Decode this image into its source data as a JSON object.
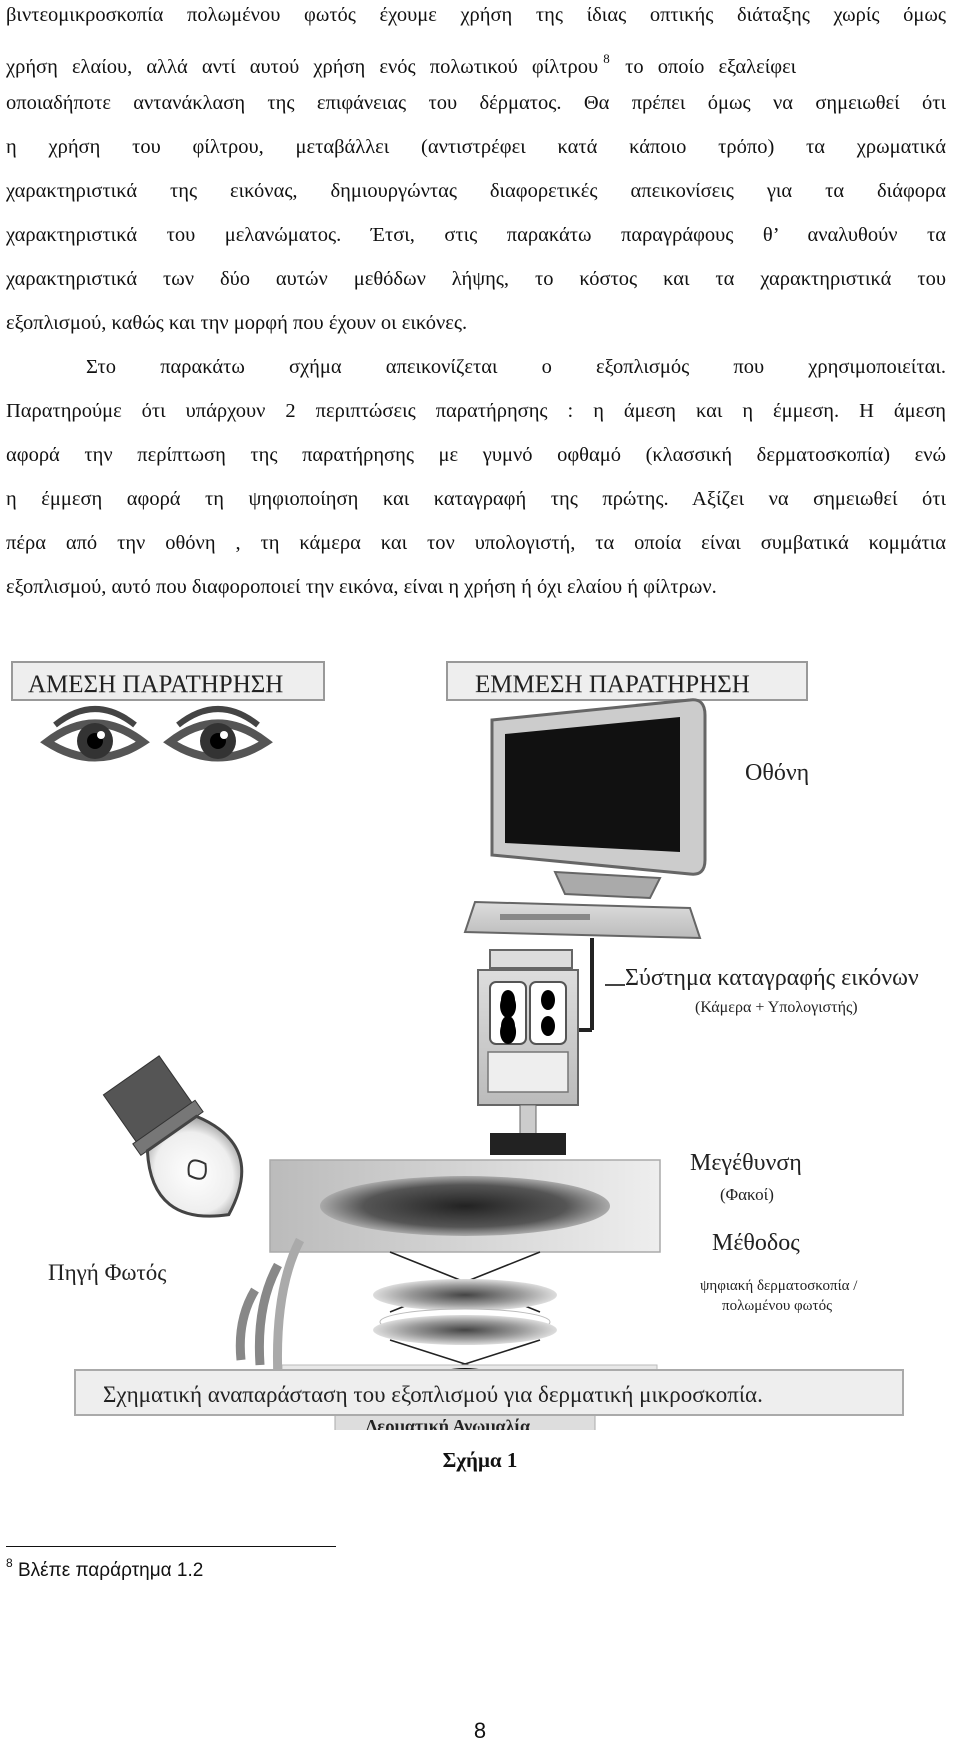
{
  "paragraph1": {
    "lines": [
      "βιντεομικροσκοπία πολωμένου φωτός έχουμε χρήση της ίδιας οπτικής διάταξης χωρίς όμως",
      "χρήση ελαίου, αλλά αντί αυτού χρήση ενός πολωτικού φίλτρου",
      "το οποίο εξαλείφει",
      "οποιαδήποτε αντανάκλαση της επιφάνειας του δέρματος. Θα πρέπει όμως να σημειωθεί ότι",
      "η χρήση του φίλτρου, μεταβάλλει (αντιστρέφει κατά κάποιο τρόπο) τα χρωματικά",
      "χαρακτηριστικά της εικόνας, δημιουργώντας διαφορετικές απεικονίσεις για τα διάφορα",
      "χαρακτηριστικά του μελανώματος. Έτσι, στις παρακάτω παραγράφους θ’ αναλυθούν τα",
      "χαρακτηριστικά των δύο αυτών μεθόδων λήψης, το κόστος και τα χαρακτηριστικά του",
      "εξοπλισμού, καθώς και την μορφή που έχουν οι εικόνες."
    ],
    "footnote_ref": "8"
  },
  "paragraph2": {
    "lines": [
      "Στο παρακάτω σχήμα απεικονίζεται ο εξοπλισμός που χρησιμοποιείται.",
      "Παρατηρούμε ότι υπάρχουν 2 περιπτώσεις παρατήρησης : η άμεση και η έμμεση. Η άμεση",
      "αφορά την περίπτωση της παρατήρησης με γυμνό οφθαμό (κλασσική δερματοσκοπία) ενώ",
      "η έμμεση αφορά τη ψηφιοποίηση και καταγραφή της πρώτης.  Αξίζει να σημειωθεί ότι",
      "πέρα από την οθόνη , τη κάμερα και τον υπολογιστή, τα οποία είναι συμβατικά κομμάτια",
      "εξοπλισμού, αυτό που διαφοροποιεί την εικόνα, είναι η χρήση ή όχι ελαίου ή φίλτρων."
    ]
  },
  "figure": {
    "label_direct": "ΑΜΕΣΗ ΠΑΡΑΤΗΡΗΣΗ",
    "label_indirect": "ΕΜΜΕΣΗ ΠΑΡΑΤΗΡΗΣΗ",
    "label_screen": "Οθόνη",
    "label_recording": "Σύστημα καταγραφής εικόνων",
    "label_recording_sub": "(Κάμερα + Υπολογιστής)",
    "label_magnification": "Μεγέθυνση",
    "label_magnification_sub": "(Φακοί)",
    "label_method": "Μέθοδος",
    "label_method_sub1": "ψηφιακή δερματοσκοπία /",
    "label_method_sub2": "πολωμένου φωτός",
    "label_light": "Πηγή Φωτός",
    "label_lesion": "Δερματική Ανωμαλία",
    "banner": "Σχηματική αναπαράσταση του εξοπλισμού για δερματική μικροσκοπία."
  },
  "caption": "Σχήμα 1",
  "footnote": {
    "number": "8",
    "text": "Βλέπε παράρτημα 1.2"
  },
  "page_number": "8"
}
